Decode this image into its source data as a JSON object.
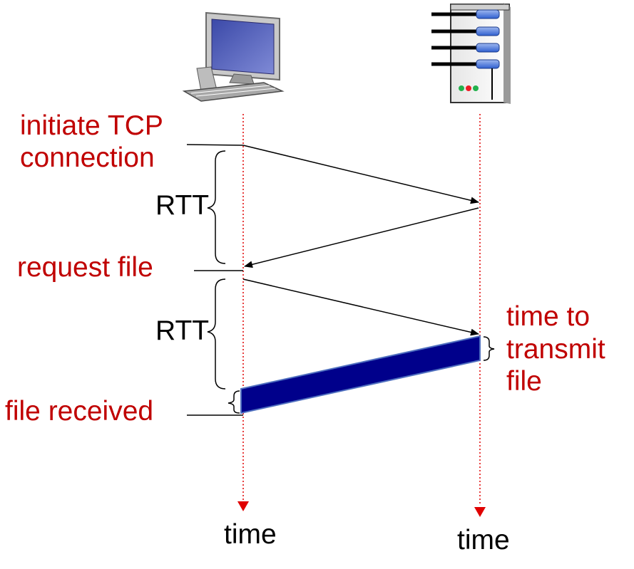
{
  "labels": {
    "initiate_line1": "initiate TCP",
    "initiate_line2": "connection",
    "rtt_1": "RTT",
    "request_file": "request file",
    "rtt_2": "RTT",
    "file_received": "file received",
    "transmit_line1": "time to",
    "transmit_line2": "transmit",
    "transmit_line3": "file",
    "time_client": "time",
    "time_server": "time"
  },
  "icons": {
    "client": "desktop-computer-icon",
    "server": "server-tower-icon"
  },
  "colors": {
    "label_text": "#c00000",
    "timeline": "#e00000",
    "file_block": "#00008b",
    "message_arrow": "#000000"
  }
}
